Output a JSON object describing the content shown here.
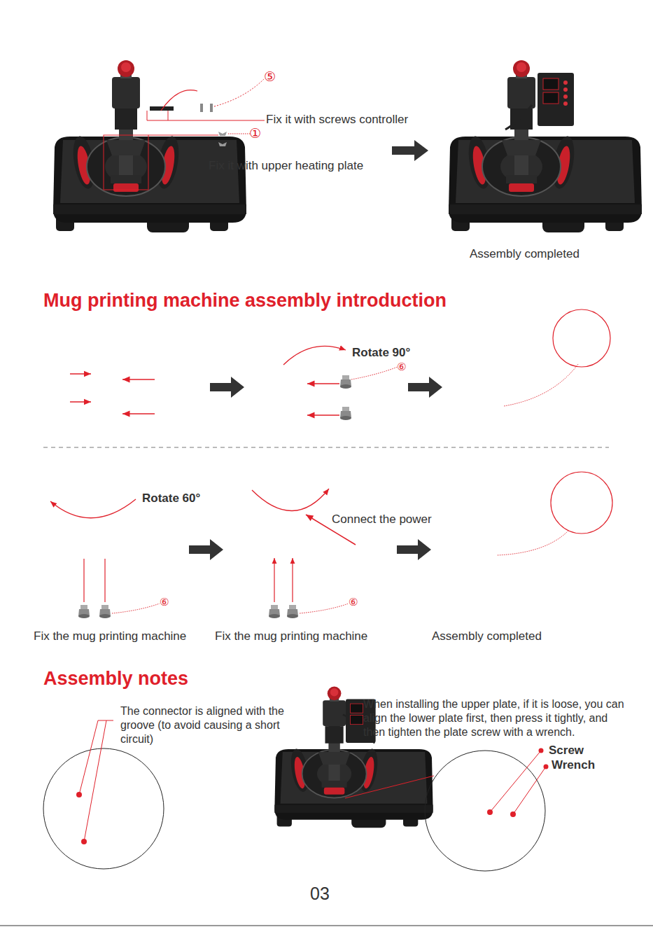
{
  "diagram": {
    "labels": [
      "⑤",
      "Fix it with screws controller",
      "①",
      "Fix it with upper heating plate",
      "Assembly completed",
      "Mug printing machine assembly introduction",
      "Rotate 90°",
      "⑥",
      "Rotate 60°",
      "Connect the power",
      "⑥",
      "⑥",
      "Fix the mug printing machine",
      "Fix the mug printing machine",
      "Assembly completed",
      "Assembly notes",
      "The connector is aligned with the groove (to avoid causing a short circuit)",
      "When installing the upper plate, if it is loose, you can align the lower plate first, then press it tightly, and then tighten the plate screw with a wrench.",
      "Screw",
      "Wrench",
      "03"
    ]
  }
}
